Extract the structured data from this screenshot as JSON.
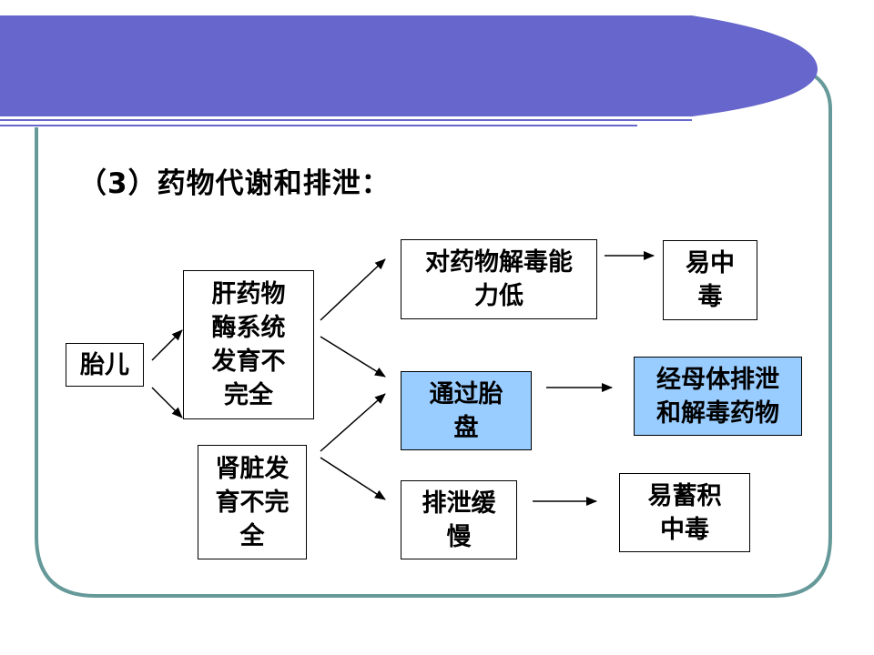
{
  "slide": {
    "title": "（3）药物代谢和排泄：",
    "theme": {
      "header_band_color": "#6666cc",
      "frame_color": "#669999",
      "highlight_fill": "#99ccff"
    }
  },
  "diagram": {
    "nodes": {
      "fetus": "胎儿",
      "liver_enzyme": "肝药物\n酶系统\n发育不\n完全",
      "kidney": "肾脏发\n育不完\n全",
      "low_detox": "对药物解毒能\n力低",
      "easy_poison": "易中\n毒",
      "through_placenta": "通过胎\n盘",
      "mother_excrete": "经母体排泄\n和解毒药物",
      "slow_excretion": "排泄缓\n慢",
      "accumulate_poison": "易蓄积\n中毒"
    },
    "edges": [
      [
        "fetus",
        "liver_enzyme"
      ],
      [
        "fetus",
        "kidney"
      ],
      [
        "liver_enzyme",
        "low_detox"
      ],
      [
        "liver_enzyme",
        "through_placenta"
      ],
      [
        "kidney",
        "through_placenta"
      ],
      [
        "kidney",
        "slow_excretion"
      ],
      [
        "low_detox",
        "easy_poison"
      ],
      [
        "through_placenta",
        "mother_excrete"
      ],
      [
        "slow_excretion",
        "accumulate_poison"
      ]
    ]
  }
}
